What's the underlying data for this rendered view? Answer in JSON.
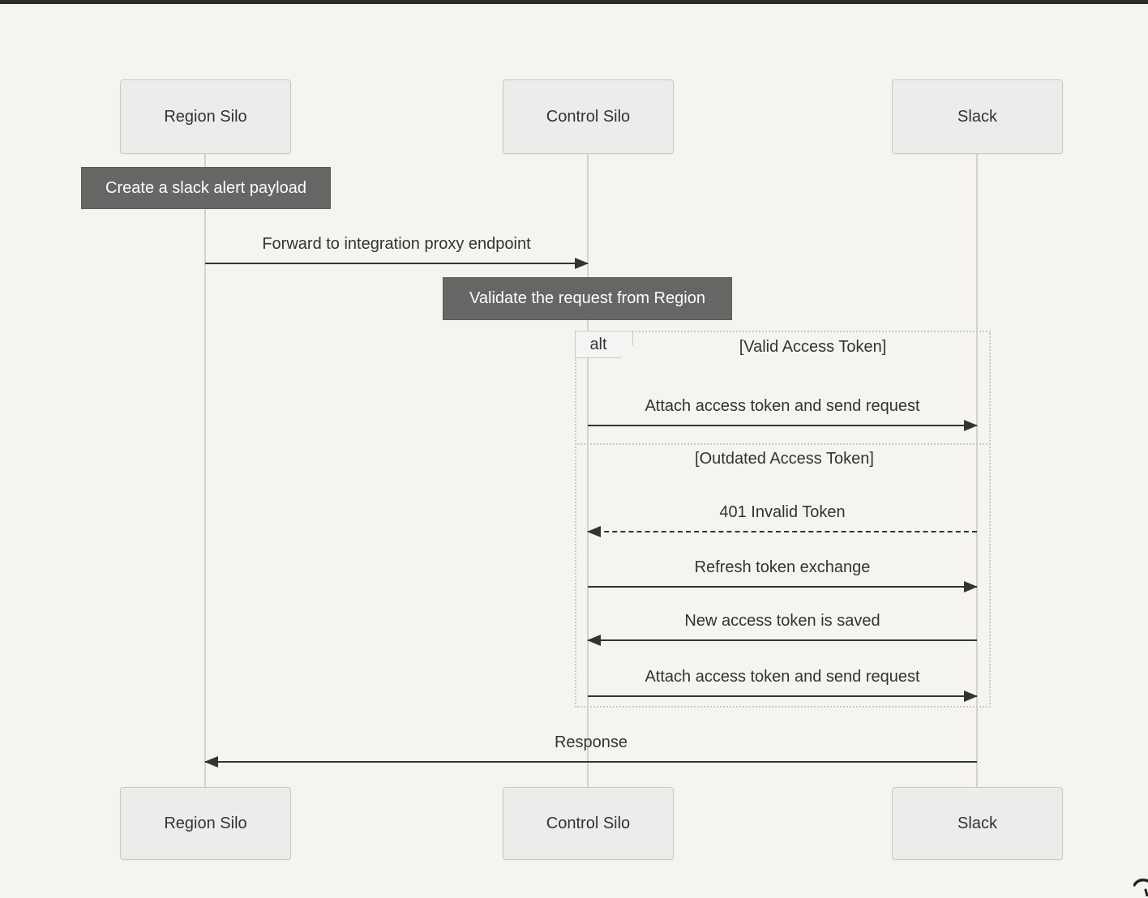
{
  "diagram": {
    "type": "sequence-diagram",
    "actors": [
      {
        "name": "Region Silo"
      },
      {
        "name": "Control Silo"
      },
      {
        "name": "Slack"
      }
    ],
    "notes": [
      {
        "text": "Create a slack alert payload",
        "over": "Region Silo"
      },
      {
        "text": "Validate the request from Region",
        "over": "Control Silo"
      }
    ],
    "messages": [
      {
        "label": "Forward to integration proxy endpoint",
        "from": "Region Silo",
        "to": "Control Silo",
        "line": "solid",
        "direction": "right"
      },
      {
        "label": "Attach access token and send request",
        "from": "Control Silo",
        "to": "Slack",
        "line": "solid",
        "direction": "right"
      },
      {
        "label": "401 Invalid Token",
        "from": "Slack",
        "to": "Control Silo",
        "line": "dashed",
        "direction": "left"
      },
      {
        "label": "Refresh token exchange",
        "from": "Control Silo",
        "to": "Slack",
        "line": "solid",
        "direction": "right"
      },
      {
        "label": "New access token is saved",
        "from": "Slack",
        "to": "Control Silo",
        "line": "solid",
        "direction": "left"
      },
      {
        "label": "Attach access token and send request",
        "from": "Control Silo",
        "to": "Slack",
        "line": "solid",
        "direction": "right"
      },
      {
        "label": "Response",
        "from": "Slack",
        "to": "Region Silo",
        "line": "solid",
        "direction": "left"
      }
    ],
    "alt_block": {
      "operator": "alt",
      "sections": [
        {
          "condition": "[Valid Access Token]"
        },
        {
          "condition": "[Outdated Access Token]"
        }
      ]
    },
    "colors": {
      "background": "#f6f4ef",
      "actor_fill": "#ececeb",
      "actor_border": "#c9c9c7",
      "lifeline": "#d2d2cf",
      "note_fill": "#676664",
      "note_text": "#fdfdfd",
      "message_line": "#333333",
      "frame_border": "#c9c9c6",
      "topbar": "#2c2b27"
    }
  }
}
